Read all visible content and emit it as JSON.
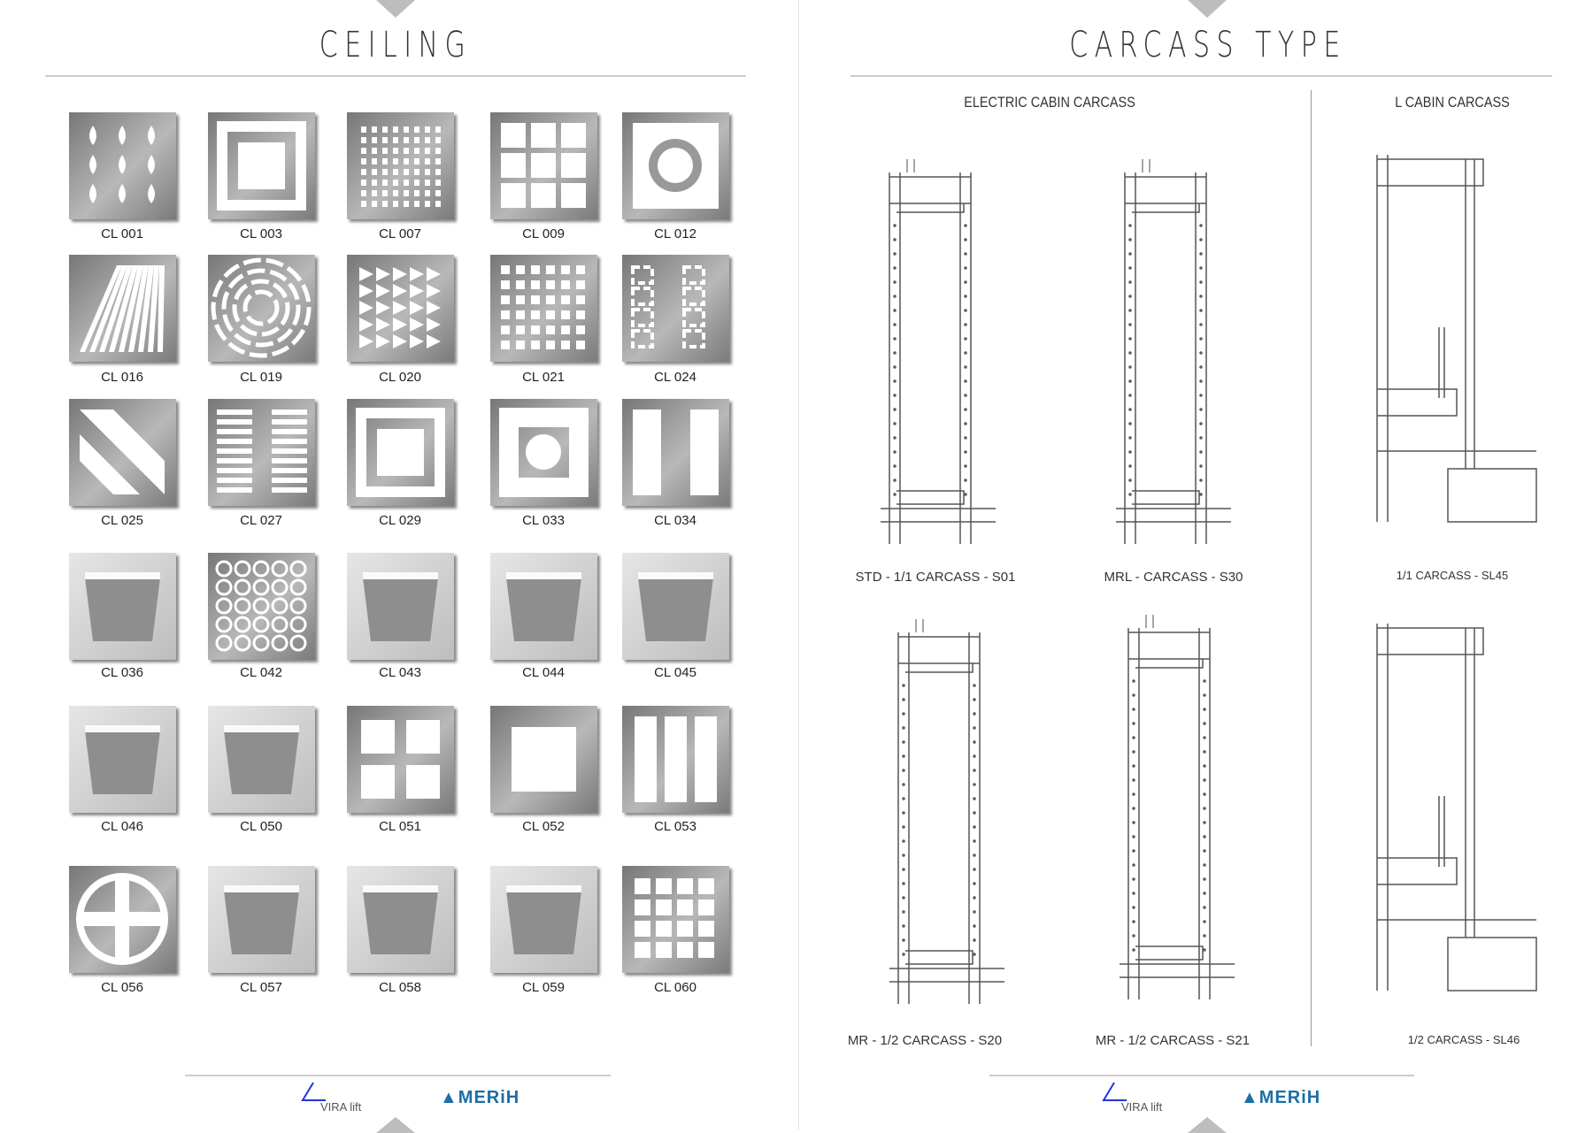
{
  "left_page": {
    "title": "CEILING",
    "tiles": [
      "CL 001",
      "CL 003",
      "CL 007",
      "CL 009",
      "CL 012",
      "CL 016",
      "CL 019",
      "CL 020",
      "CL 021",
      "CL 024",
      "CL 025",
      "CL 027",
      "CL 029",
      "CL 033",
      "CL 034",
      "CL 036",
      "CL 042",
      "CL 043",
      "CL 044",
      "CL 045",
      "CL 046",
      "CL 050",
      "CL 051",
      "CL 052",
      "CL 053",
      "CL 056",
      "CL 057",
      "CL 058",
      "CL 059",
      "CL 060"
    ]
  },
  "right_page": {
    "title": "CARCASS TYPE",
    "sections": {
      "electric": "ELECTRIC CABIN CARCASS",
      "l_cabin": "L CABIN CARCASS"
    },
    "items": [
      "STD - 1/1 CARCASS - S01",
      "MRL - CARCASS - S30",
      "1/1 CARCASS - SL45",
      "MR - 1/2 CARCASS - S20",
      "MR - 1/2 CARCASS - S21",
      "1/2 CARCASS - SL46"
    ]
  },
  "footer": {
    "logo_vira": "VIRA lift",
    "logo_merih": "MERiH"
  },
  "colors": {
    "tile_gray": "#8a8a8a",
    "merih_blue": "#1d6fa5",
    "vira_blue": "#2233dd"
  }
}
